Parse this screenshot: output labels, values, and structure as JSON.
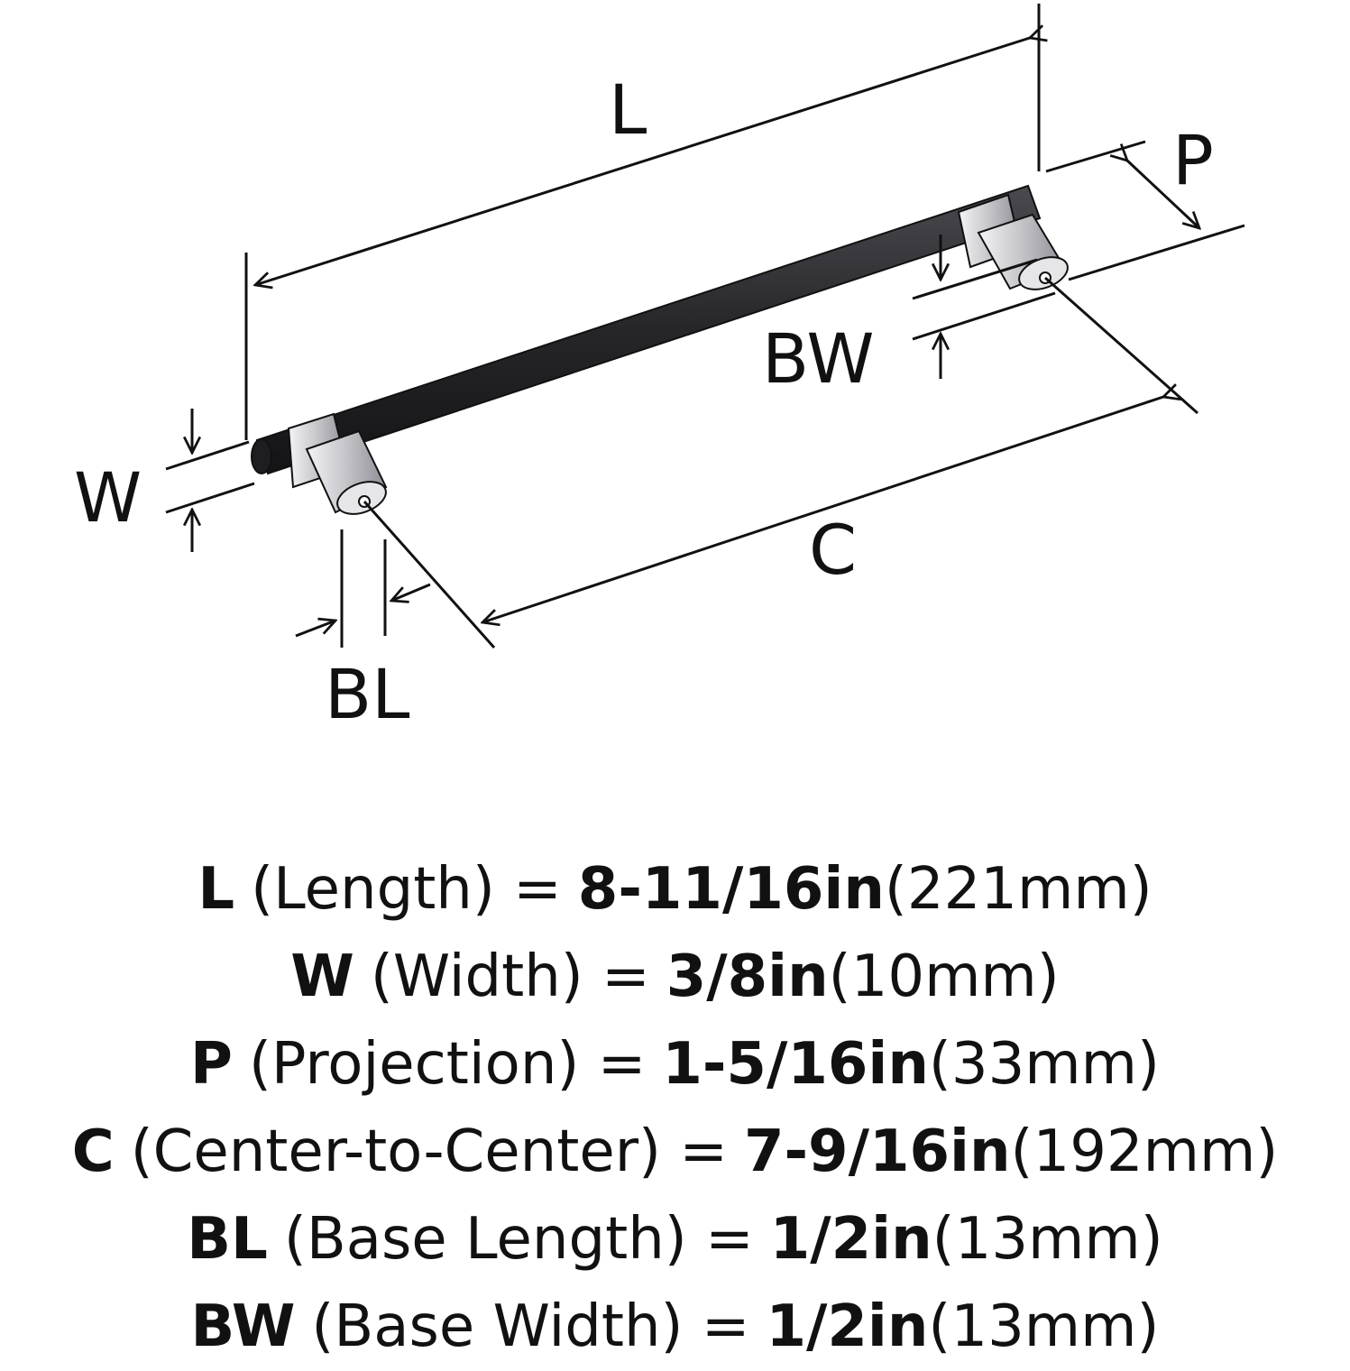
{
  "colors": {
    "ink": "#111111",
    "bar": "#2a2a2e",
    "chrome": "#d9d9dc",
    "chrome_dark": "#9a9aa0"
  },
  "diagram": {
    "labels": {
      "L": "L",
      "P": "P",
      "W": "W",
      "BW": "BW",
      "C": "C",
      "BL": "BL"
    }
  },
  "specs": [
    {
      "code": "L",
      "desc": "(Length) =",
      "inch": "8-11/16in",
      "mm": "(221mm)"
    },
    {
      "code": "W",
      "desc": "(Width) =",
      "inch": "3/8in",
      "mm": "(10mm)"
    },
    {
      "code": "P",
      "desc": "(Projection) =",
      "inch": "1-5/16in",
      "mm": "(33mm)"
    },
    {
      "code": "C",
      "desc": "(Center-to-Center) =",
      "inch": "7-9/16in",
      "mm": "(192mm)"
    },
    {
      "code": "BL",
      "desc": "(Base Length) =",
      "inch": "1/2in",
      "mm": "(13mm)"
    },
    {
      "code": "BW",
      "desc": "(Base Width) =",
      "inch": "1/2in",
      "mm": "(13mm)"
    }
  ]
}
